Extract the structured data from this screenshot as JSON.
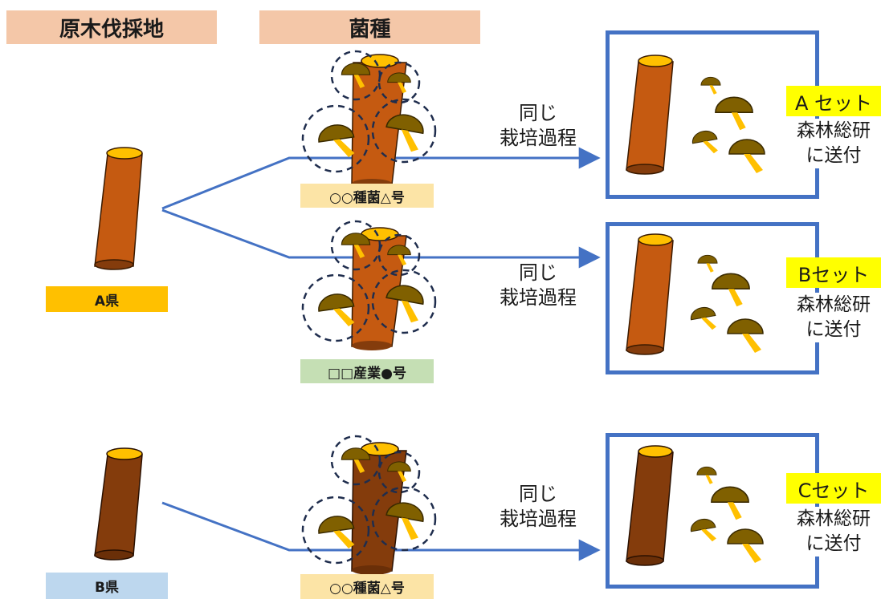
{
  "headers": {
    "origin": "原木伐採地",
    "strain": "菌種"
  },
  "sources": {
    "a": "A県",
    "b": "B県"
  },
  "strains": {
    "s1": "○○種菌△号",
    "s2": "□□産業●号",
    "s3": "○○種菌△号"
  },
  "process_text": {
    "line1": "同じ",
    "line2": "栽培過程"
  },
  "sets": [
    {
      "tag": "A セット",
      "send1": "森林総研",
      "send2": "に送付"
    },
    {
      "tag": "Bセット",
      "send1": "森林総研",
      "send2": "に送付"
    },
    {
      "tag": "Cセット",
      "send1": "森林総研",
      "send2": "に送付"
    }
  ],
  "colors": {
    "header_bg": "#f4c7a8",
    "arrow": "#4472c4",
    "log_light": "#c55a11",
    "log_dark": "#843c0c",
    "log_top": "#ffc000",
    "mushroom_cap": "#806000",
    "mushroom_stem": "#ffc000",
    "set_tag": "#ffff00",
    "label_a": "#ffc000",
    "label_b": "#bdd7ee",
    "strain_1": "#fce4a6",
    "strain_2": "#c5dfb4"
  }
}
